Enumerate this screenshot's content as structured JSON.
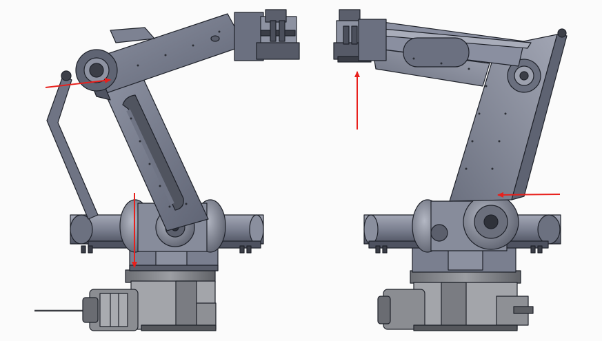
{
  "figure": {
    "views": [
      {
        "name": "left-view",
        "arrows": 2
      },
      {
        "name": "right-view",
        "arrows": 2
      }
    ],
    "colors": {
      "background": "#fbfbfb",
      "metal_dark": "#4a4f5c",
      "metal_mid": "#6b7080",
      "metal_light": "#9ea2ae",
      "metal_face": "#7f8494",
      "outline": "#1f222a",
      "base_gray": "#8a8c90",
      "arrow": "#e8201c"
    }
  }
}
